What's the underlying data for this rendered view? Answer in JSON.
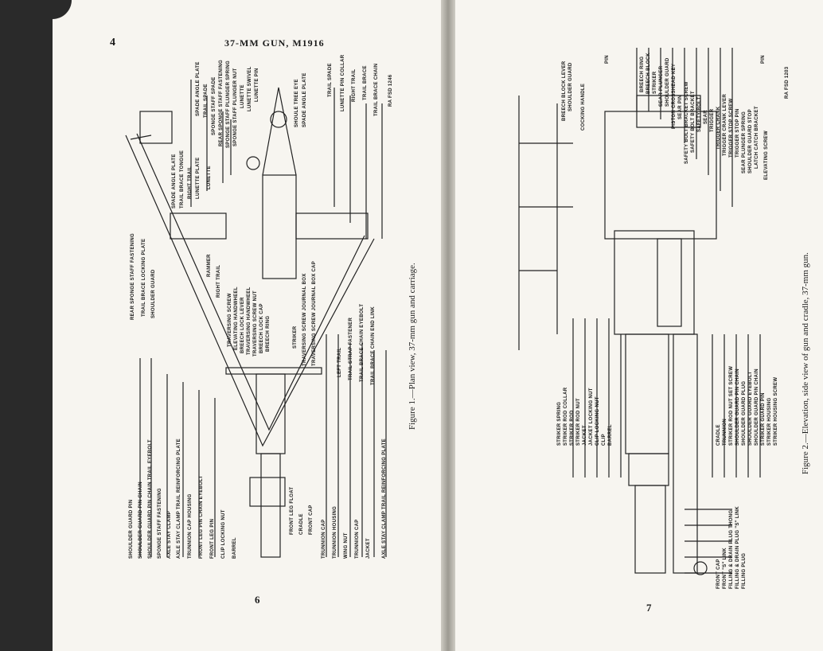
{
  "left_page": {
    "page_number": "4",
    "running_title": "37-MM GUN, M1916",
    "folio": "6",
    "caption": "Figure 1.—Plan view, 37-mm gun and carriage.",
    "top_labels": [
      "SPADE ANGLE PLATE",
      "TRAIL SPADE",
      "SPONGE STAFF SPADE",
      "REAR SPONGE STAFF FASTENING",
      "SPONGE STAFF PLUNGER SPRING",
      "SPONGE STAFF PLUNGER NUT",
      "LUNETTE",
      "LUNETTE SWIVEL",
      "LUNETTE PIN",
      "SHOULE TREE EYE",
      "SPADE ANGLE PLATE",
      "TRAIL SPADE",
      "LUNETTE PIN COLLAR",
      "RIGHT TRAIL",
      "TRAIL BRACE",
      "TRAIL BRACE CHAIN",
      "RA FSD 1246"
    ],
    "upper_left_labels": [
      "SPADE ANGLE PLATE",
      "TRAIL BRACE TONGUE",
      "RIGHT TRAIL",
      "LUNETTE PLATE",
      "LUNETTE"
    ],
    "mid_labels": [
      "REAR SPONGE STAFF FASTENING",
      "TRAIL BRACE LOCKING PLATE",
      "SHOULDER GUARD",
      "RAMMER",
      "RIGHT TRAIL"
    ],
    "center_labels": [
      "TRAVERSING SCREW",
      "ELEVATING HANDWHEEL",
      "BREECH LOCK LEVER",
      "TRAVERSING HANDWHEEL",
      "TRAVERSING SCREW NUT",
      "BREECH LOCK CAP",
      "BREECH RING",
      "STRIKER",
      "TRAVERSING SCREW JOURNAL BOX",
      "TRAVERSING SCREW JOURNAL BOX CAP"
    ],
    "right_labels": [
      "LEFT TRAIL",
      "TRAIL STRAP FASTENER",
      "TRAIL BRACE CHAIN EYEBOLT",
      "TRAIL BRACE CHAIN END LINK"
    ],
    "bottom_labels": [
      "SHOULDER GUARD PIN",
      "SHOULDER GUARD PIN CHAIN",
      "SHOULDER GUARD PIN CHAIN TRAIL EYEBOLT",
      "SPONGE STAFF FASTENING",
      "AXLE STAY CLAMP",
      "AXLE STAY CLAMP TRAIL REINFORCING PLATE",
      "TRUNNION CAP HOUSING",
      "FRONT LEG PIN CHAIN EYEBOLT",
      "FRONT LEG PIN",
      "CLIP LOCKING NUT",
      "BARREL",
      "FRONT LEG FLOAT",
      "CRADLE",
      "FRONT CAP",
      "TRUNNION CAP",
      "TRUNNION HOUSING",
      "WING NUT",
      "TRUNNION CAP",
      "JACKET",
      "AXLE STAY CLAMP TRAIL REINFORCING PLATE"
    ]
  },
  "right_page": {
    "folio": "7",
    "caption": "Figure 2.—Elevation, side view of gun and cradle, 37-mm gun.",
    "top_labels": [
      "BREECH BLOCK LEVER",
      "SHOULDER GUARD",
      "COCKING HANDLE",
      "PIN",
      "BREECH RING",
      "BREECH BLOCK",
      "STRIKER",
      "SEAR PLUNGER",
      "SHOULDER GUARD",
      "PISTON CROSSHEAD KEY",
      "SEAR PIN",
      "SAFETY BOLT BRACKET SCREW",
      "SAFETY BOLT BRACKET",
      "SAFETY BOLT",
      "SEAR",
      "TRIGGER",
      "TRIGGER CRANK",
      "TRIGGER CRANK LEVER",
      "TRIGGER STOP SCREW",
      "TRIGGER STOP PIN",
      "SEAR PLUNGER SPRING",
      "SHOULDER GUARD STOP",
      "LATCH CATCH BRACKET",
      "PIN",
      "ELEVATING SCREW",
      "RA FSD 1203"
    ],
    "bottom_left_labels": [
      "STRIKER SPRING",
      "STRIKER ROD COLLAR",
      "STRIKER ROD",
      "STRIKER ROD NUT",
      "JACKET",
      "JACKET LOCKING NUT",
      "CLIP LOCKING NUT",
      "CLIP",
      "BARREL"
    ],
    "bottom_mid_labels": [
      "CRADLE",
      "TRUNNION",
      "STRIKER ROD NUT SET SCREW",
      "SHOULDER GUARD PIN CHAIN",
      "SHOULDER GUARD PLUG",
      "SHOULDER GUARD EYEBOLT",
      "SHOULDER GUARD PIN CHAIN",
      "STRIKER GUARD PIN",
      "STRIKER HOUSING",
      "STRIKER HOUSING SCREW"
    ],
    "bottom_far_labels": [
      "FRONT CAP",
      "FRONT \"S\" LINK",
      "FILLING & DRAIN PLUG THONG",
      "FILLING & DRAIN PLUG \"S\" LINK",
      "FILLING PLUG"
    ]
  }
}
